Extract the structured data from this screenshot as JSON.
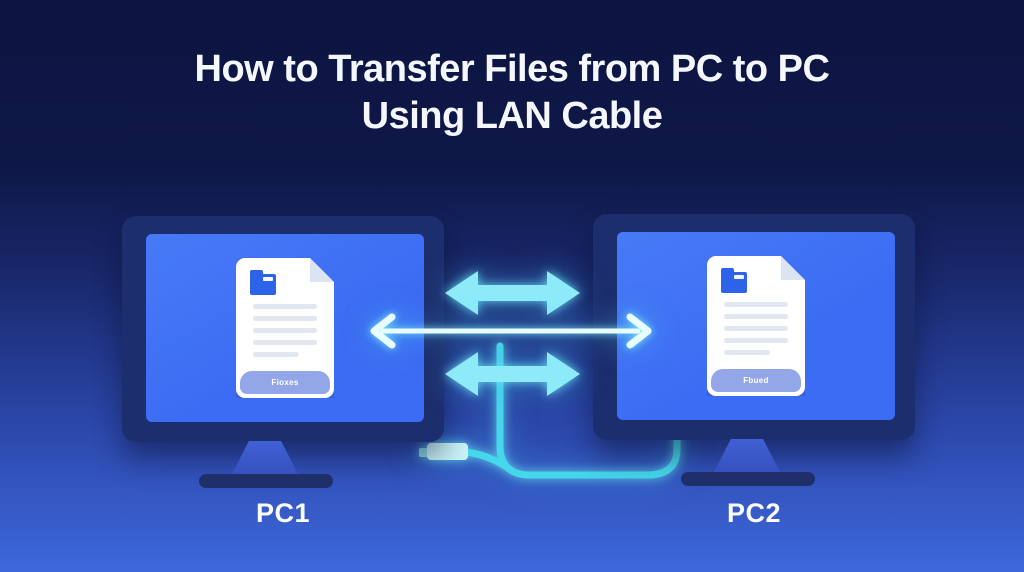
{
  "title": {
    "line1": "How to Transfer Files from PC to PC",
    "line2": "Using LAN Cable"
  },
  "computers": [
    {
      "label": "PC1",
      "document": {
        "footer_label": "Fioxes"
      }
    },
    {
      "label": "PC2",
      "document": {
        "footer_label": "Fbued"
      }
    }
  ],
  "transfer": {
    "direction": "bidirectional",
    "icons": [
      "double-arrow-icon",
      "thin-double-arrow-icon",
      "double-arrow-icon",
      "lan-cable-icon",
      "rj45-plug-icon",
      "document-icon",
      "folder-icon"
    ]
  },
  "colors": {
    "bg_top": "#0c1440",
    "bg_mid": "#1c2c74",
    "bg_bottom": "#3e68dc",
    "bezel": "#1d2e6e",
    "screen": "#3c6cf3",
    "stand_base": "#1f2f6a",
    "arrow": "#8debf9",
    "thin_arrow": "#e8fdff",
    "cable": "#45d7ea",
    "plug": "#c9f3f8",
    "doc_line": "#e2e6f1",
    "folder": "#2d63e8",
    "doc_footer": "#93a7e8",
    "title_color": "#f5f7ff"
  }
}
